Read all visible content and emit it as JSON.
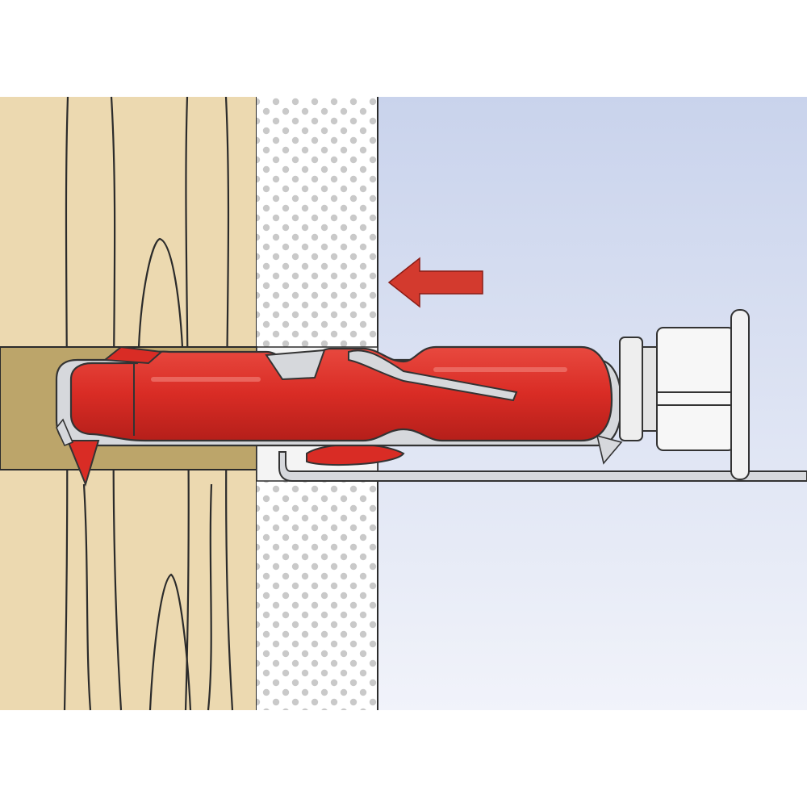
{
  "colors": {
    "background": "#ffffff",
    "wood": "#ecd9b0",
    "wood_grain": "#2b2b2b",
    "bore_hole": "#bca56a",
    "plasterboard": "#ffffff",
    "plasterboard_dots": "#c9c9c9",
    "room_sky_top": "#c9d3ec",
    "room_sky_bottom": "#f1f3fa",
    "anchor_red": "#e0322a",
    "anchor_red_dark": "#b51f1a",
    "anchor_highlight": "#f07a72",
    "metal": "#d6d8dc",
    "outline": "#333333",
    "arrow": "#d33a2e"
  },
  "parts": {
    "wood_stud": "wood-stud",
    "plasterboard": "plasterboard",
    "dowel": "expansion-dowel",
    "screw": "screw-head",
    "arrow": "insertion-arrow"
  },
  "arrow_direction": "left"
}
